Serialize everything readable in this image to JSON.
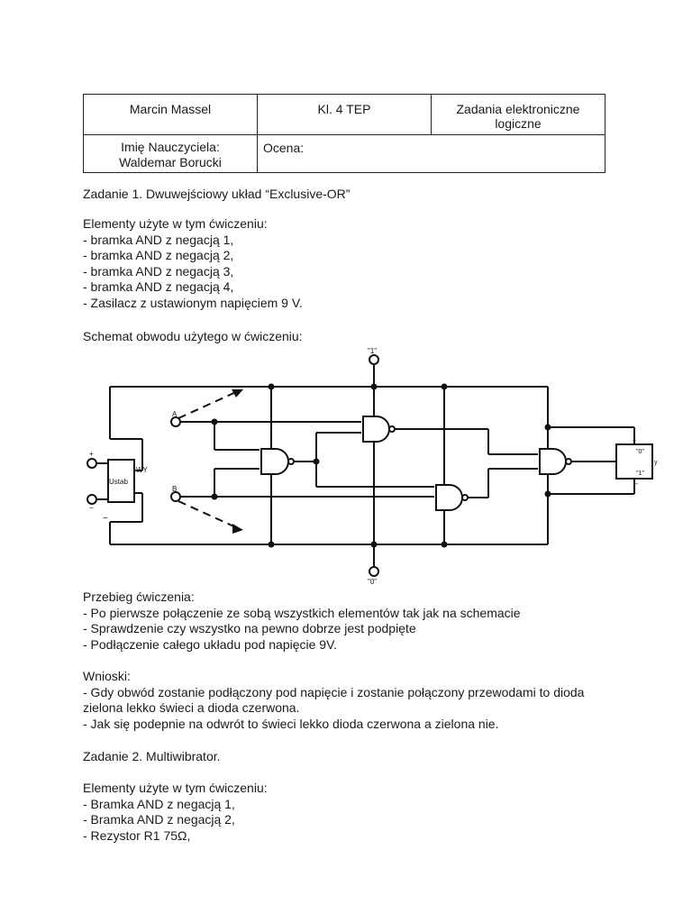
{
  "header_table": {
    "student_name": "Marcin Massel",
    "class_label": "Kl. 4 TEP",
    "subject_line1": "Zadania elektroniczne",
    "subject_line2": "logiczne",
    "teacher_label": "Imię Nauczyciela:",
    "teacher_name": "Waldemar Borucki",
    "grade_label": "Ocena:"
  },
  "task1": {
    "title": "Zadanie 1. Dwuwejściowy układ “Exclusive-OR”",
    "elements_heading": "Elementy użyte w tym ćwiczeniu:",
    "elements": [
      "- bramka AND z negacją 1,",
      "- bramka AND z negacją 2,",
      "- bramka AND z negacją 3,",
      "- bramka AND z negacją 4,",
      "- Zasilacz z ustawionym napięciem 9 V."
    ],
    "schematic_heading": "Schemat obwodu użytego w ćwiczeniu:",
    "schematic_labels": {
      "top_terminal": "\"1\"",
      "bottom_terminal": "\"0\"",
      "input_a": "A",
      "input_b": "B",
      "stabilizer": "Ustab",
      "stabilizer_output": "WY",
      "plus": "+",
      "minus": "−",
      "out_zero": "\"0\"",
      "out_one": "\"1\"",
      "out_y": "y"
    },
    "procedure_heading": "Przebieg ćwiczenia:",
    "procedure": [
      "- Po pierwsze połączenie ze sobą wszystkich elementów tak jak na schemacie",
      "- Sprawdzenie czy wszystko na pewno dobrze jest podpięte",
      "- Podłączenie całego układu pod napięcie 9V."
    ],
    "conclusions_heading": "Wnioski:",
    "conclusions": [
      "- Gdy obwód zostanie podłączony pod napięcie i zostanie połączony przewodami to dioda",
      "zielona lekko świeci a dioda czerwona.",
      "- Jak się podepnie na odwrót to świeci lekko dioda czerwona a zielona nie."
    ]
  },
  "task2": {
    "title": "Zadanie 2. Multiwibrator.",
    "elements_heading": "Elementy użyte w tym ćwiczeniu:",
    "elements": [
      "- Bramka AND z negacją 1,",
      "- Bramka AND z negacją 2,",
      "- Rezystor R1 75Ω,"
    ]
  }
}
